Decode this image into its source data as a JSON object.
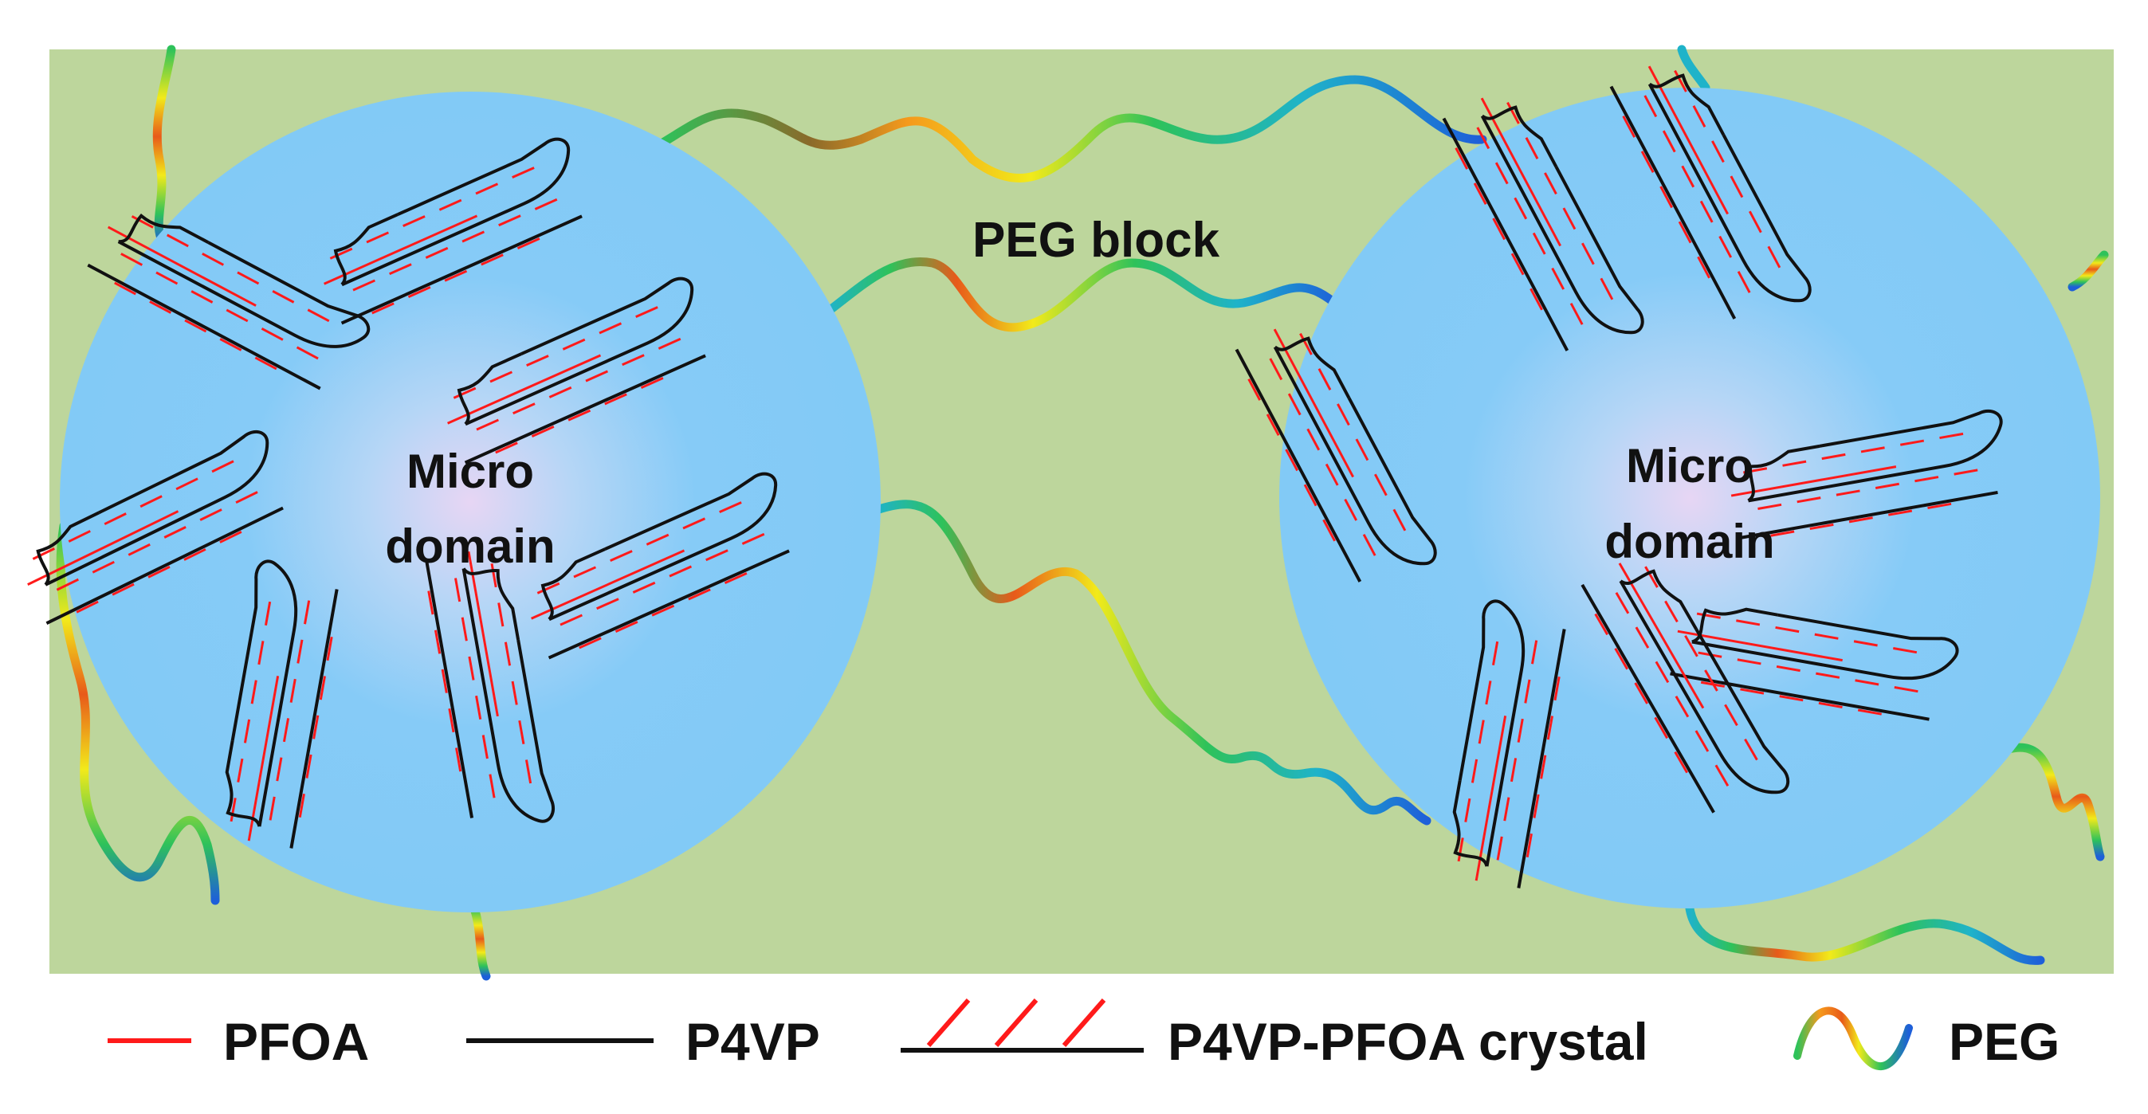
{
  "diagram": {
    "block_label": "PEG block",
    "microdomains": [
      {
        "label_line1": "Micro",
        "label_line2": "domain"
      },
      {
        "label_line1": "Micro",
        "label_line2": "domain"
      }
    ],
    "legend": [
      {
        "key": "pfoa",
        "label": "PFOA"
      },
      {
        "key": "p4vp",
        "label": "P4VP"
      },
      {
        "key": "crystal",
        "label": "P4VP-PFOA crystal"
      },
      {
        "key": "peg",
        "label": "PEG"
      }
    ],
    "colors": {
      "background": "#bdd69c",
      "microdomain": "#82caf6",
      "microdomain_center": "#e7d6f4",
      "pfoa": "#ff1a1a",
      "p4vp": "#111111",
      "peg_gradient": [
        "#1e5fd9",
        "#1fb3c9",
        "#2ec25a",
        "#f2ea1a",
        "#f59a1c",
        "#e85a1a",
        "#1fb3c9"
      ]
    }
  }
}
